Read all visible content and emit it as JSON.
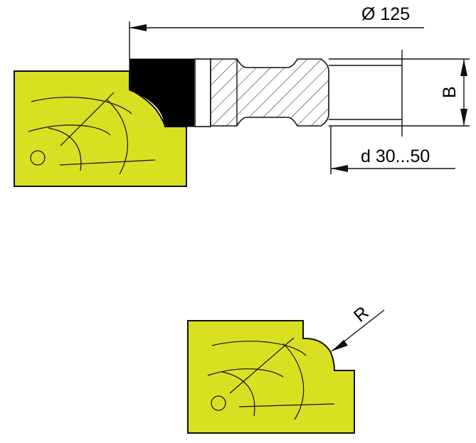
{
  "dimensions": {
    "diameter": "Ø 125",
    "bore": "d 30...50",
    "width": "B",
    "radius": "R"
  },
  "colors": {
    "workpiece": "#d9e021",
    "cutter_edge": "#000000",
    "line": "#111111"
  }
}
